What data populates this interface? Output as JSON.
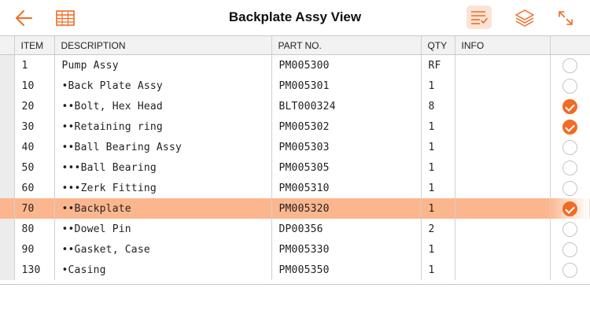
{
  "header": {
    "title": "Backplate Assy View"
  },
  "icons": {
    "back": "back-arrow-icon",
    "grid": "grid-table-icon",
    "checklist": "checklist-icon",
    "layers": "layers-icon",
    "expand": "expand-icon"
  },
  "colors": {
    "accent": "#f26b25",
    "selected_row": "#fcb68e",
    "header_bg": "#f2f2f2"
  },
  "table": {
    "columns": [
      "ITEM",
      "DESCRIPTION",
      "PART NO.",
      "QTY",
      "INFO"
    ],
    "rows": [
      {
        "item": "1",
        "description": "Pump Assy",
        "part_no": "PM005300",
        "qty": "RF",
        "info": "",
        "checked": false,
        "selected": false
      },
      {
        "item": "10",
        "description": "•Back Plate Assy",
        "part_no": "PM005301",
        "qty": "1",
        "info": "",
        "checked": false,
        "selected": false
      },
      {
        "item": "20",
        "description": "••Bolt, Hex Head",
        "part_no": "BLT000324",
        "qty": "8",
        "info": "",
        "checked": true,
        "selected": false
      },
      {
        "item": "30",
        "description": "••Retaining ring",
        "part_no": "PM005302",
        "qty": "1",
        "info": "",
        "checked": true,
        "selected": false
      },
      {
        "item": "40",
        "description": "••Ball Bearing Assy",
        "part_no": "PM005303",
        "qty": "1",
        "info": "",
        "checked": false,
        "selected": false
      },
      {
        "item": "50",
        "description": "•••Ball Bearing",
        "part_no": "PM005305",
        "qty": "1",
        "info": "",
        "checked": false,
        "selected": false
      },
      {
        "item": "60",
        "description": "•••Zerk Fitting",
        "part_no": "PM005310",
        "qty": "1",
        "info": "",
        "checked": false,
        "selected": false
      },
      {
        "item": "70",
        "description": "••Backplate",
        "part_no": "PM005320",
        "qty": "1",
        "info": "",
        "checked": true,
        "selected": true
      },
      {
        "item": "80",
        "description": "••Dowel Pin",
        "part_no": "DP00356",
        "qty": "2",
        "info": "",
        "checked": false,
        "selected": false
      },
      {
        "item": "90",
        "description": "••Gasket, Case",
        "part_no": "PM005330",
        "qty": "1",
        "info": "",
        "checked": false,
        "selected": false
      },
      {
        "item": "130",
        "description": "•Casing",
        "part_no": "PM005350",
        "qty": "1",
        "info": "",
        "checked": false,
        "selected": false
      }
    ]
  }
}
